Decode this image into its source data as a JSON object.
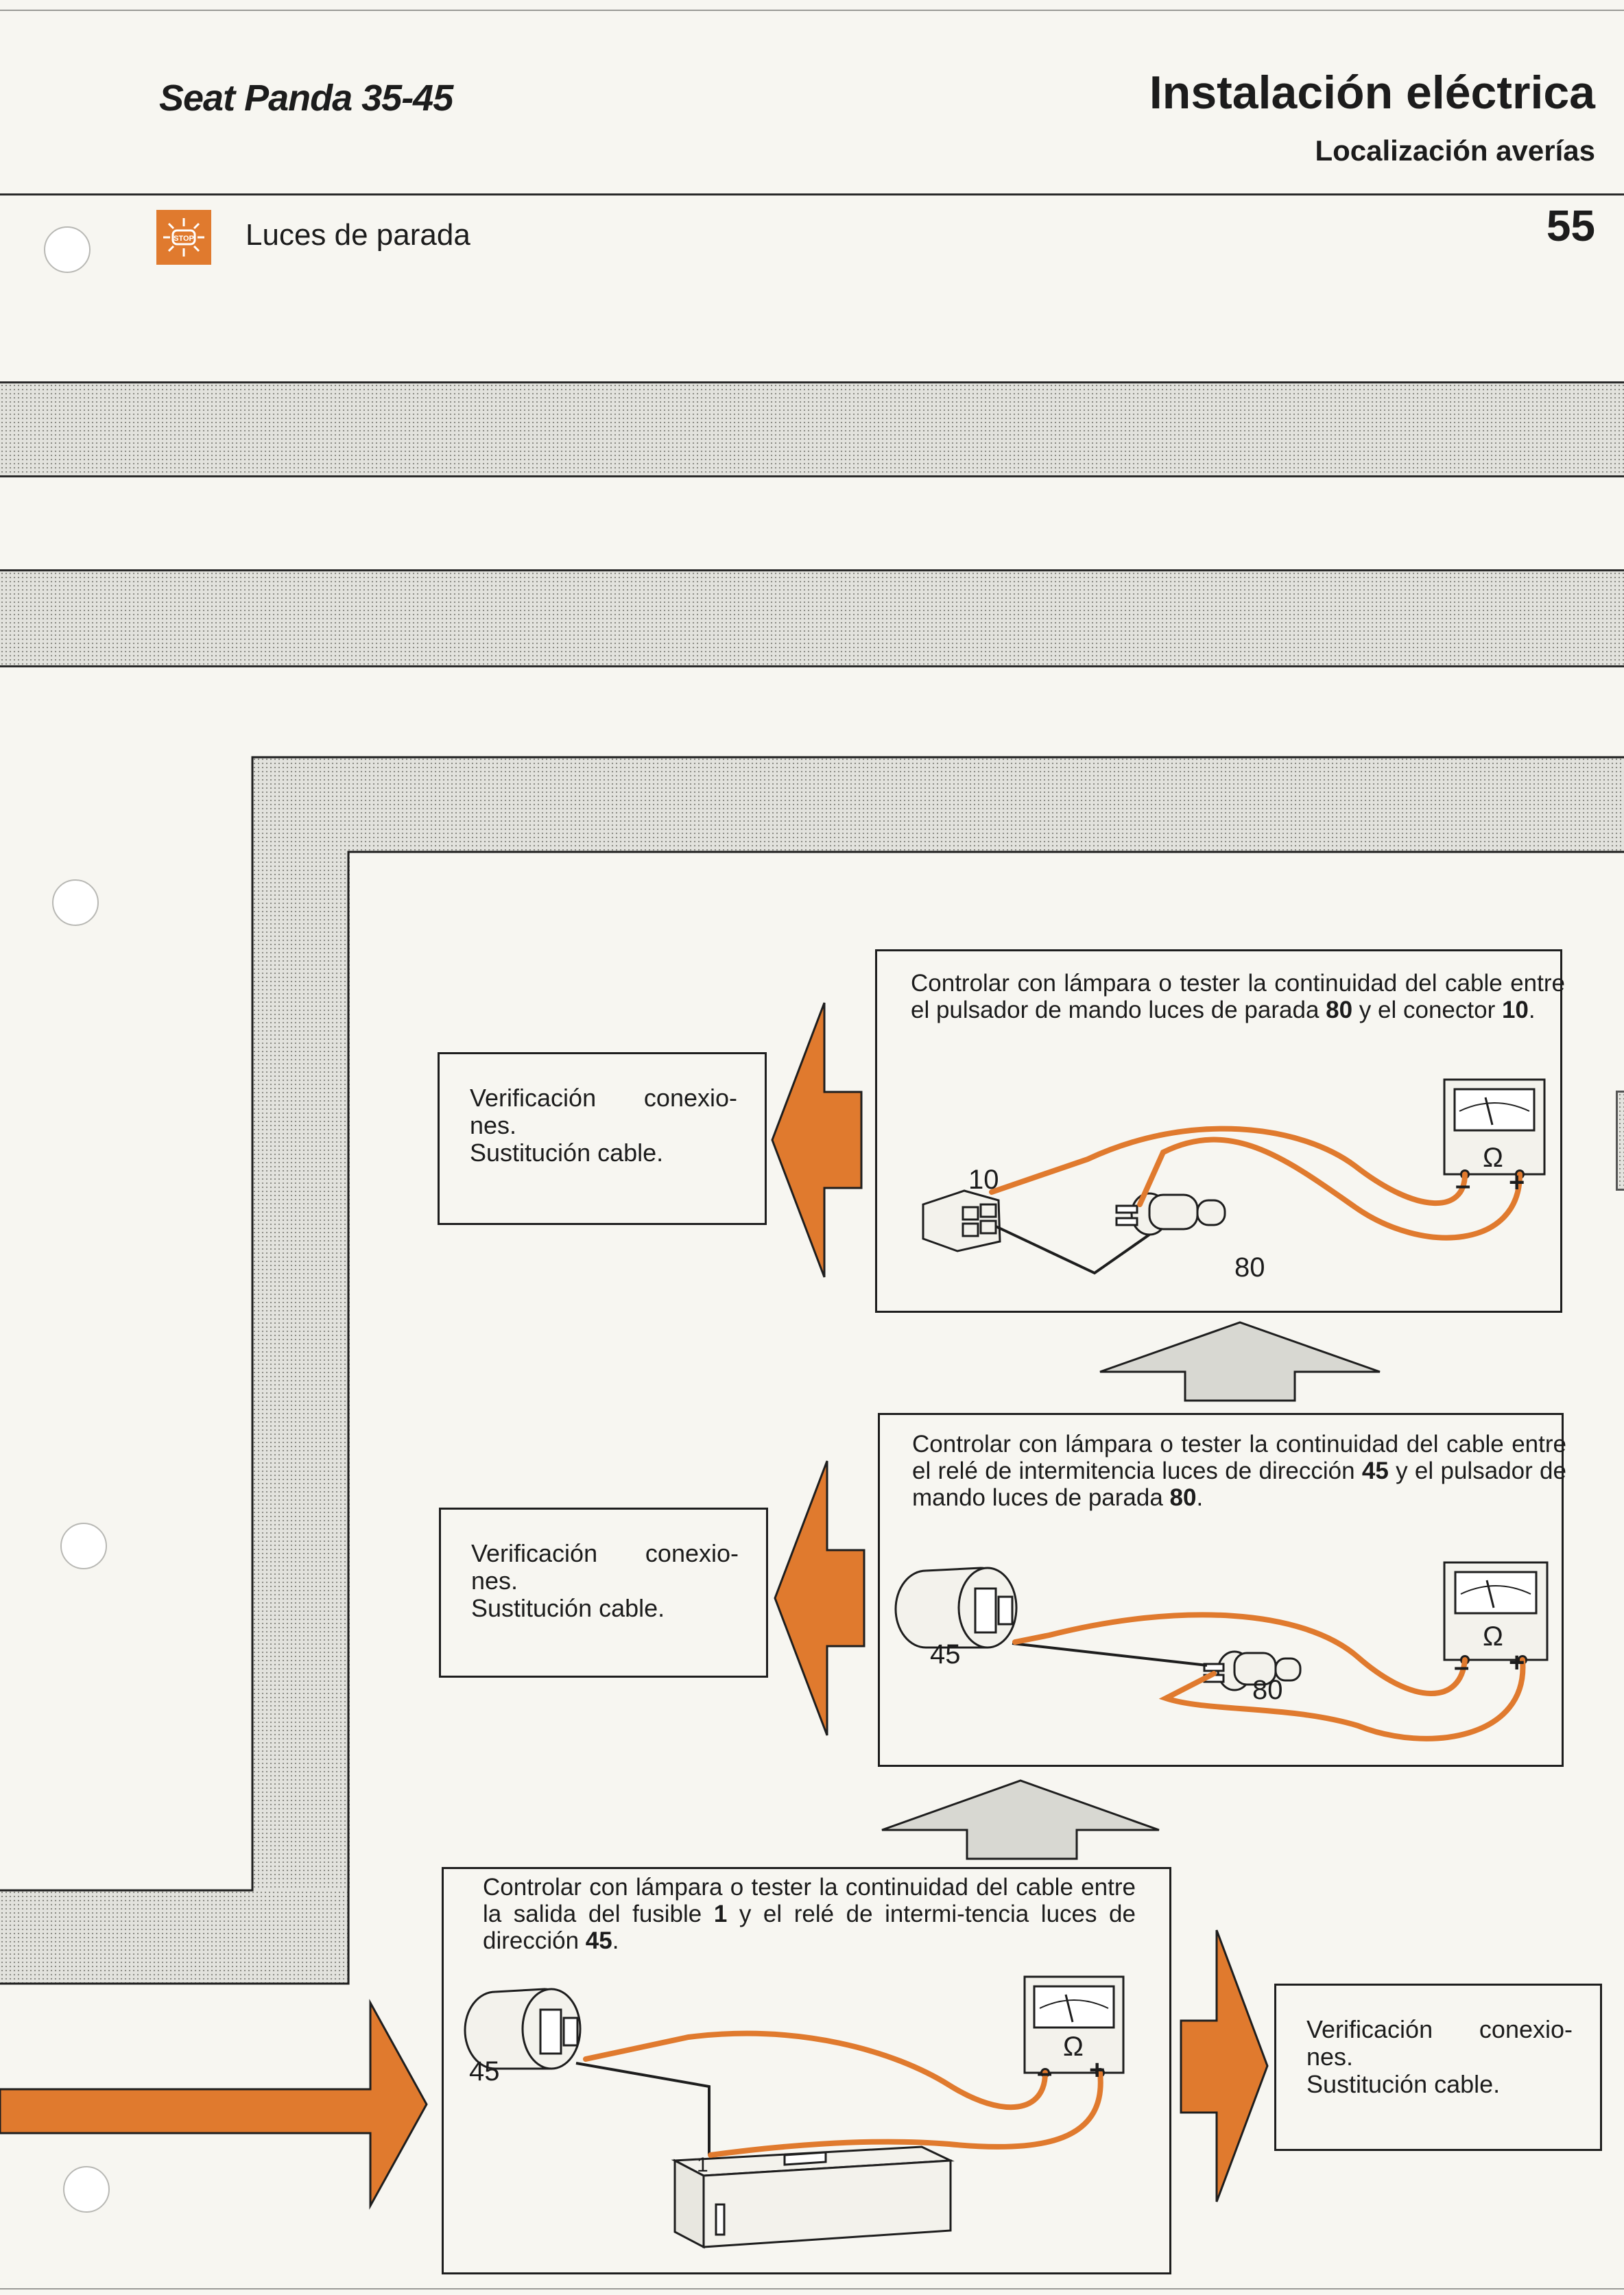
{
  "header": {
    "model": "Seat Panda 35-45",
    "title": "Instalación eléctrica",
    "subtitle": "Localización averías",
    "page_number": "55"
  },
  "section": {
    "icon": "stop-lamp-icon",
    "title": "Luces de parada"
  },
  "colors": {
    "accent": "#e07a2e",
    "ink": "#1c1c1c",
    "paper": "#f7f6f1"
  },
  "steps": [
    {
      "text_a": "Controlar con lámpara o tester la continuidad del cable entre el pulsador de mando luces de parada ",
      "ref_a": "80",
      "text_b": " y el conector ",
      "ref_b": "10",
      "text_c": ".",
      "labels": [
        "10",
        "80"
      ]
    },
    {
      "text_a": "Controlar con lámpara o tester la continuidad del cable entre el relé de intermitencia luces de dirección ",
      "ref_a": "45",
      "text_b": " y el pulsador de mando luces de parada ",
      "ref_b": "80",
      "text_c": ".",
      "labels": [
        "45",
        "80"
      ]
    },
    {
      "text_a": "Controlar con lámpara o tester la continuidad del cable entre la salida del fusible ",
      "ref_a": "1",
      "text_b": " y el relé de intermi-tencia luces de dirección ",
      "ref_b": "45",
      "text_c": ".",
      "labels": [
        "45",
        "1"
      ]
    }
  ],
  "remedy": {
    "line1": "Verificación conexio-nes.",
    "line2": "Sustitución cable."
  },
  "meter": {
    "symbol": "Ω",
    "minus": "–",
    "plus": "+"
  }
}
